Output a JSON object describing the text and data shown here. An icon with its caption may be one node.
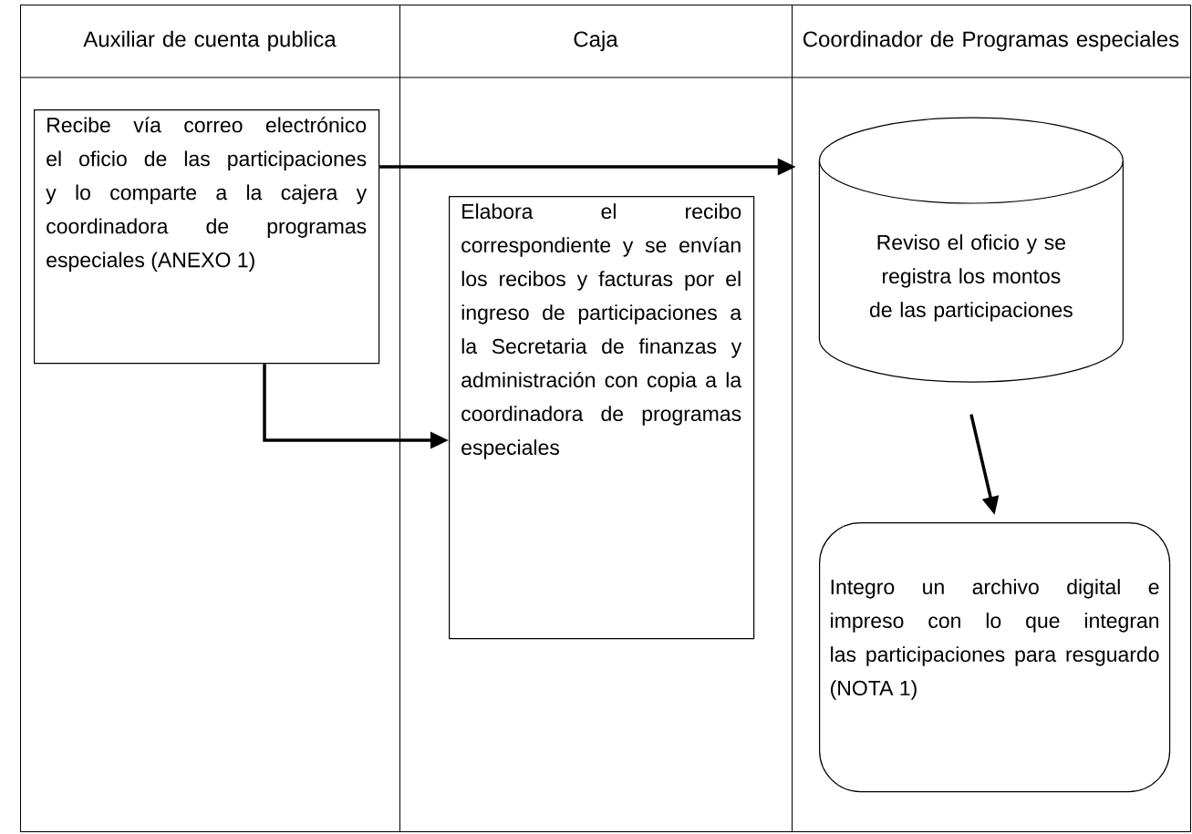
{
  "diagram": {
    "nodes": [
      {
        "text": [
          "Auxiliar de cuenta publica"
        ]
      },
      {
        "text": [
          "Caja"
        ]
      },
      {
        "text": [
          "Coordinador de Programas especiales"
        ]
      },
      {
        "text": [
          "Recibe vía correo electrónico el oficio de las participaciones y lo comparte a la cajera y coordinadora de programas especiales (ANEXO 1)"
        ],
        "in": 0
      },
      {
        "text": [
          "Elabora el recibo correspondiente y se envían los recibos y facturas por el ingreso de participaciones a la Secretaria de finanzas y administración con copia a la coordinadora de programas especiales"
        ],
        "in": 1
      },
      {
        "text": [
          "Reviso el oficio y se registra los montos de las participaciones"
        ],
        "in": 2
      },
      {
        "text": [
          "Integro un archivo digital e impreso con lo que integran las participaciones para resguardo (NOTA 1)"
        ],
        "in": 2
      }
    ],
    "edges": [
      {
        "from": 3,
        "to": 5,
        "arrow": "to"
      },
      {
        "from": 3,
        "to": 4,
        "arrow": "to"
      },
      {
        "from": 5,
        "to": 6,
        "arrow": "to"
      }
    ]
  }
}
